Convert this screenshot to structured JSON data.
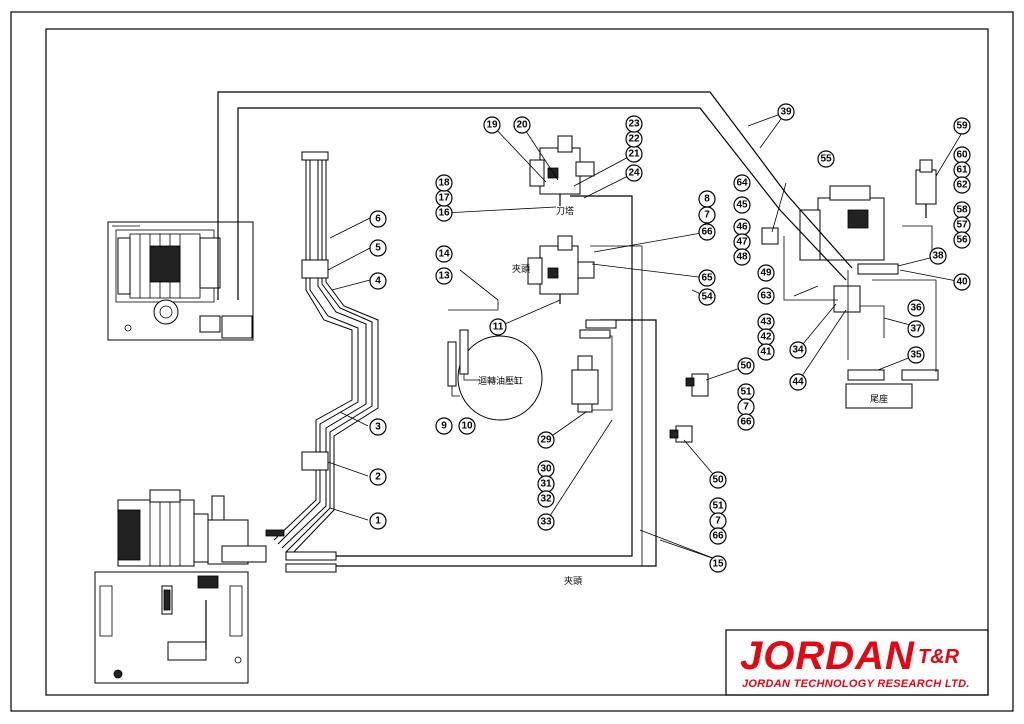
{
  "logo": {
    "brand": "JORDAN",
    "suffix": "T&R",
    "company": "JORDAN TECHNOLOGY RESEARCH LTD."
  },
  "labels": {
    "tool_post": "刀塔",
    "clamp_valve": "夾頭",
    "rotary_cylinder": "迴轉油壓缸",
    "chuck": "夾頭",
    "tailstock": "尾座"
  },
  "balloons": [
    {
      "id": "b1",
      "text": "1"
    },
    {
      "id": "b2",
      "text": "2"
    },
    {
      "id": "b3",
      "text": "3"
    },
    {
      "id": "b4",
      "text": "4"
    },
    {
      "id": "b5",
      "text": "5"
    },
    {
      "id": "b6",
      "text": "6"
    },
    {
      "id": "b9",
      "text": "9"
    },
    {
      "id": "b10",
      "text": "10"
    },
    {
      "id": "b11",
      "text": "11"
    },
    {
      "id": "b13",
      "text": "13"
    },
    {
      "id": "b14",
      "text": "14"
    },
    {
      "id": "b15",
      "text": "15"
    },
    {
      "id": "b16",
      "text": "16"
    },
    {
      "id": "b17",
      "text": "17"
    },
    {
      "id": "b18",
      "text": "18"
    },
    {
      "id": "b19",
      "text": "19"
    },
    {
      "id": "b20",
      "text": "20"
    },
    {
      "id": "b21",
      "text": "21"
    },
    {
      "id": "b22",
      "text": "22"
    },
    {
      "id": "b23",
      "text": "23"
    },
    {
      "id": "b24",
      "text": "24"
    },
    {
      "id": "b8a",
      "text": "8"
    },
    {
      "id": "b7a",
      "text": "7"
    },
    {
      "id": "b66a",
      "text": "66"
    },
    {
      "id": "b65",
      "text": "65"
    },
    {
      "id": "b54",
      "text": "54"
    },
    {
      "id": "b29",
      "text": "29"
    },
    {
      "id": "b30",
      "text": "30"
    },
    {
      "id": "b31a",
      "text": "31"
    },
    {
      "id": "b32",
      "text": "32"
    },
    {
      "id": "b33",
      "text": "33"
    },
    {
      "id": "b50a",
      "text": "50"
    },
    {
      "id": "b51a",
      "text": "51"
    },
    {
      "id": "b7b",
      "text": "7"
    },
    {
      "id": "b66b",
      "text": "66"
    },
    {
      "id": "b50b",
      "text": "50"
    },
    {
      "id": "b51b",
      "text": "51"
    },
    {
      "id": "b7c",
      "text": "7"
    },
    {
      "id": "b66c",
      "text": "66"
    },
    {
      "id": "b39",
      "text": "39"
    },
    {
      "id": "b55",
      "text": "55"
    },
    {
      "id": "b64",
      "text": "64"
    },
    {
      "id": "b45",
      "text": "45"
    },
    {
      "id": "b46",
      "text": "46"
    },
    {
      "id": "b47",
      "text": "47"
    },
    {
      "id": "b48",
      "text": "48"
    },
    {
      "id": "b49",
      "text": "49"
    },
    {
      "id": "b63",
      "text": "63"
    },
    {
      "id": "b43",
      "text": "43"
    },
    {
      "id": "b42",
      "text": "42"
    },
    {
      "id": "b41",
      "text": "41"
    },
    {
      "id": "b34",
      "text": "34"
    },
    {
      "id": "b44",
      "text": "44"
    },
    {
      "id": "b59",
      "text": "59"
    },
    {
      "id": "b60",
      "text": "60"
    },
    {
      "id": "b61",
      "text": "61"
    },
    {
      "id": "b62",
      "text": "62"
    },
    {
      "id": "b58",
      "text": "58"
    },
    {
      "id": "b57",
      "text": "57"
    },
    {
      "id": "b56",
      "text": "56"
    },
    {
      "id": "b38",
      "text": "38"
    },
    {
      "id": "b40",
      "text": "40"
    },
    {
      "id": "b36",
      "text": "36"
    },
    {
      "id": "b37",
      "text": "37"
    },
    {
      "id": "b35",
      "text": "35"
    }
  ],
  "colors": {
    "brand_red": "#e30613",
    "line": "#000000",
    "background": "#ffffff"
  }
}
